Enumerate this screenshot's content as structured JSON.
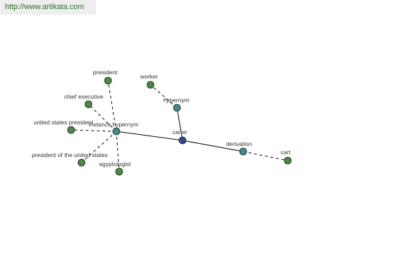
{
  "header": {
    "source_url": "http://www.artikata.com"
  },
  "colors": {
    "leaf_node": "#4a8a44",
    "relation_node": "#3e8c8c",
    "center_node": "#36478a",
    "edge": "#000000",
    "node_outline": "#1a1a1a"
  },
  "graph": {
    "nodes": [
      {
        "id": "carter",
        "label": "carter",
        "kind": "center"
      },
      {
        "id": "instance-hypernym",
        "label": "instance hypernym",
        "kind": "relation"
      },
      {
        "id": "hypernym",
        "label": "hypernym",
        "kind": "relation"
      },
      {
        "id": "derivation",
        "label": "derivation",
        "kind": "relation"
      },
      {
        "id": "president",
        "label": "president",
        "kind": "leaf"
      },
      {
        "id": "chief-executive",
        "label": "chief executive",
        "kind": "leaf"
      },
      {
        "id": "united-states-president",
        "label": "united states president",
        "kind": "leaf"
      },
      {
        "id": "president-of-the-united-states",
        "label": "president of the united states",
        "kind": "leaf"
      },
      {
        "id": "egyptologist",
        "label": "egyptologist",
        "kind": "leaf"
      },
      {
        "id": "worker",
        "label": "worker",
        "kind": "leaf"
      },
      {
        "id": "cart",
        "label": "cart",
        "kind": "leaf"
      }
    ],
    "edges": [
      {
        "from": "carter",
        "to": "instance-hypernym",
        "style": "solid"
      },
      {
        "from": "carter",
        "to": "hypernym",
        "style": "solid"
      },
      {
        "from": "carter",
        "to": "derivation",
        "style": "solid"
      },
      {
        "from": "instance-hypernym",
        "to": "president",
        "style": "dashed"
      },
      {
        "from": "instance-hypernym",
        "to": "chief-executive",
        "style": "dashed"
      },
      {
        "from": "instance-hypernym",
        "to": "united-states-president",
        "style": "dashed"
      },
      {
        "from": "instance-hypernym",
        "to": "president-of-the-united-states",
        "style": "dashed"
      },
      {
        "from": "instance-hypernym",
        "to": "egyptologist",
        "style": "dashed"
      },
      {
        "from": "hypernym",
        "to": "worker",
        "style": "dashed"
      },
      {
        "from": "derivation",
        "to": "cart",
        "style": "dashed"
      }
    ]
  }
}
